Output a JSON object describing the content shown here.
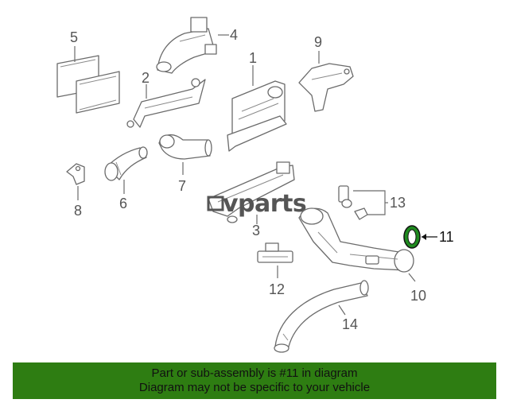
{
  "diagram": {
    "labels": [
      "1",
      "2",
      "3",
      "4",
      "5",
      "6",
      "7",
      "8",
      "9",
      "10",
      "11",
      "12",
      "13",
      "14"
    ],
    "watermark": "vparts",
    "highlight_color": "#1f8a1f"
  },
  "banner": {
    "line1": "Part or sub-assembly is #11 in diagram",
    "line2": "Diagram may not be specific to your vehicle",
    "background": "#2e7d12"
  }
}
